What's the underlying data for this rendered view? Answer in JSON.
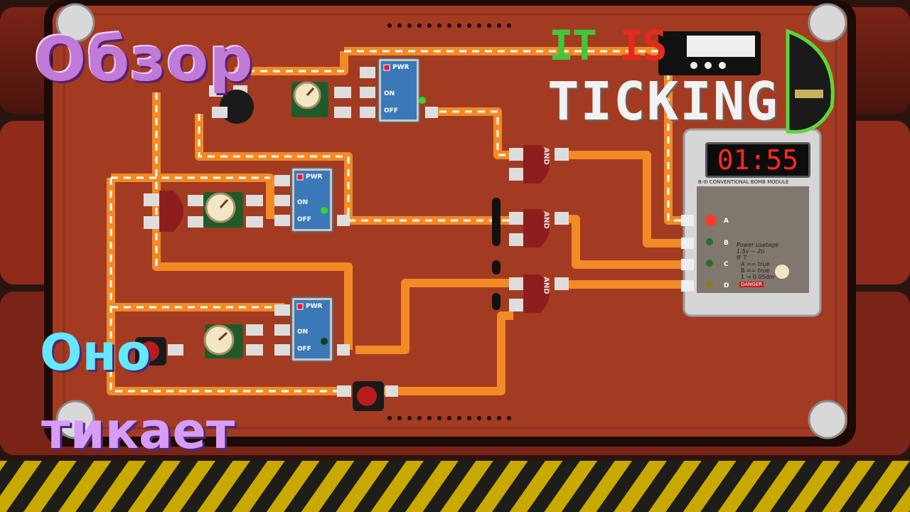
{
  "overlay": {
    "title": "Обзор",
    "subtitle_line1": "Оно",
    "subtitle_line2": "тикает"
  },
  "logo": {
    "it": "IT",
    "is": "IS",
    "ticking": "TICKING"
  },
  "bomb": {
    "timer": "01:55",
    "module_title": "B-III CONVENTIONAL BOMB MODULE",
    "power_usage_label": "Power usetage",
    "power_value": "1.5v ~ 2n",
    "if_label": "IF T",
    "rule_a": "A == true",
    "rule_b": "B == true",
    "rule_c": "1 → 0.05dm",
    "danger": "DANGER",
    "terminals": [
      "A",
      "B",
      "C",
      "D"
    ]
  },
  "switches": [
    {
      "pwr": "PWR",
      "on": "ON",
      "off": "OFF",
      "led": "#35d62f"
    },
    {
      "pwr": "PWR",
      "on": "ON",
      "off": "OFF",
      "led": "#35d62f"
    },
    {
      "pwr": "PWR",
      "on": "ON",
      "off": "OFF",
      "led": "#1a3b1a"
    }
  ],
  "gates": [
    "AND",
    "AND",
    "AND"
  ],
  "colors": {
    "board": "#a33b22",
    "wire": "#f28a25",
    "wire_dash": "#ffffff",
    "module_grey": "#d9d9d9",
    "led_green": "#35d62f",
    "led_red": "#ff3b2a",
    "title_purple": "#c07ad8",
    "subtitle_cyan": "#64e8ff"
  },
  "icons": [
    "knob-icon",
    "buzzer-icon",
    "push-button-icon",
    "arrow-right-icon",
    "screw-icon",
    "power-switch-icon",
    "and-gate-icon",
    "hazard-stripe"
  ]
}
